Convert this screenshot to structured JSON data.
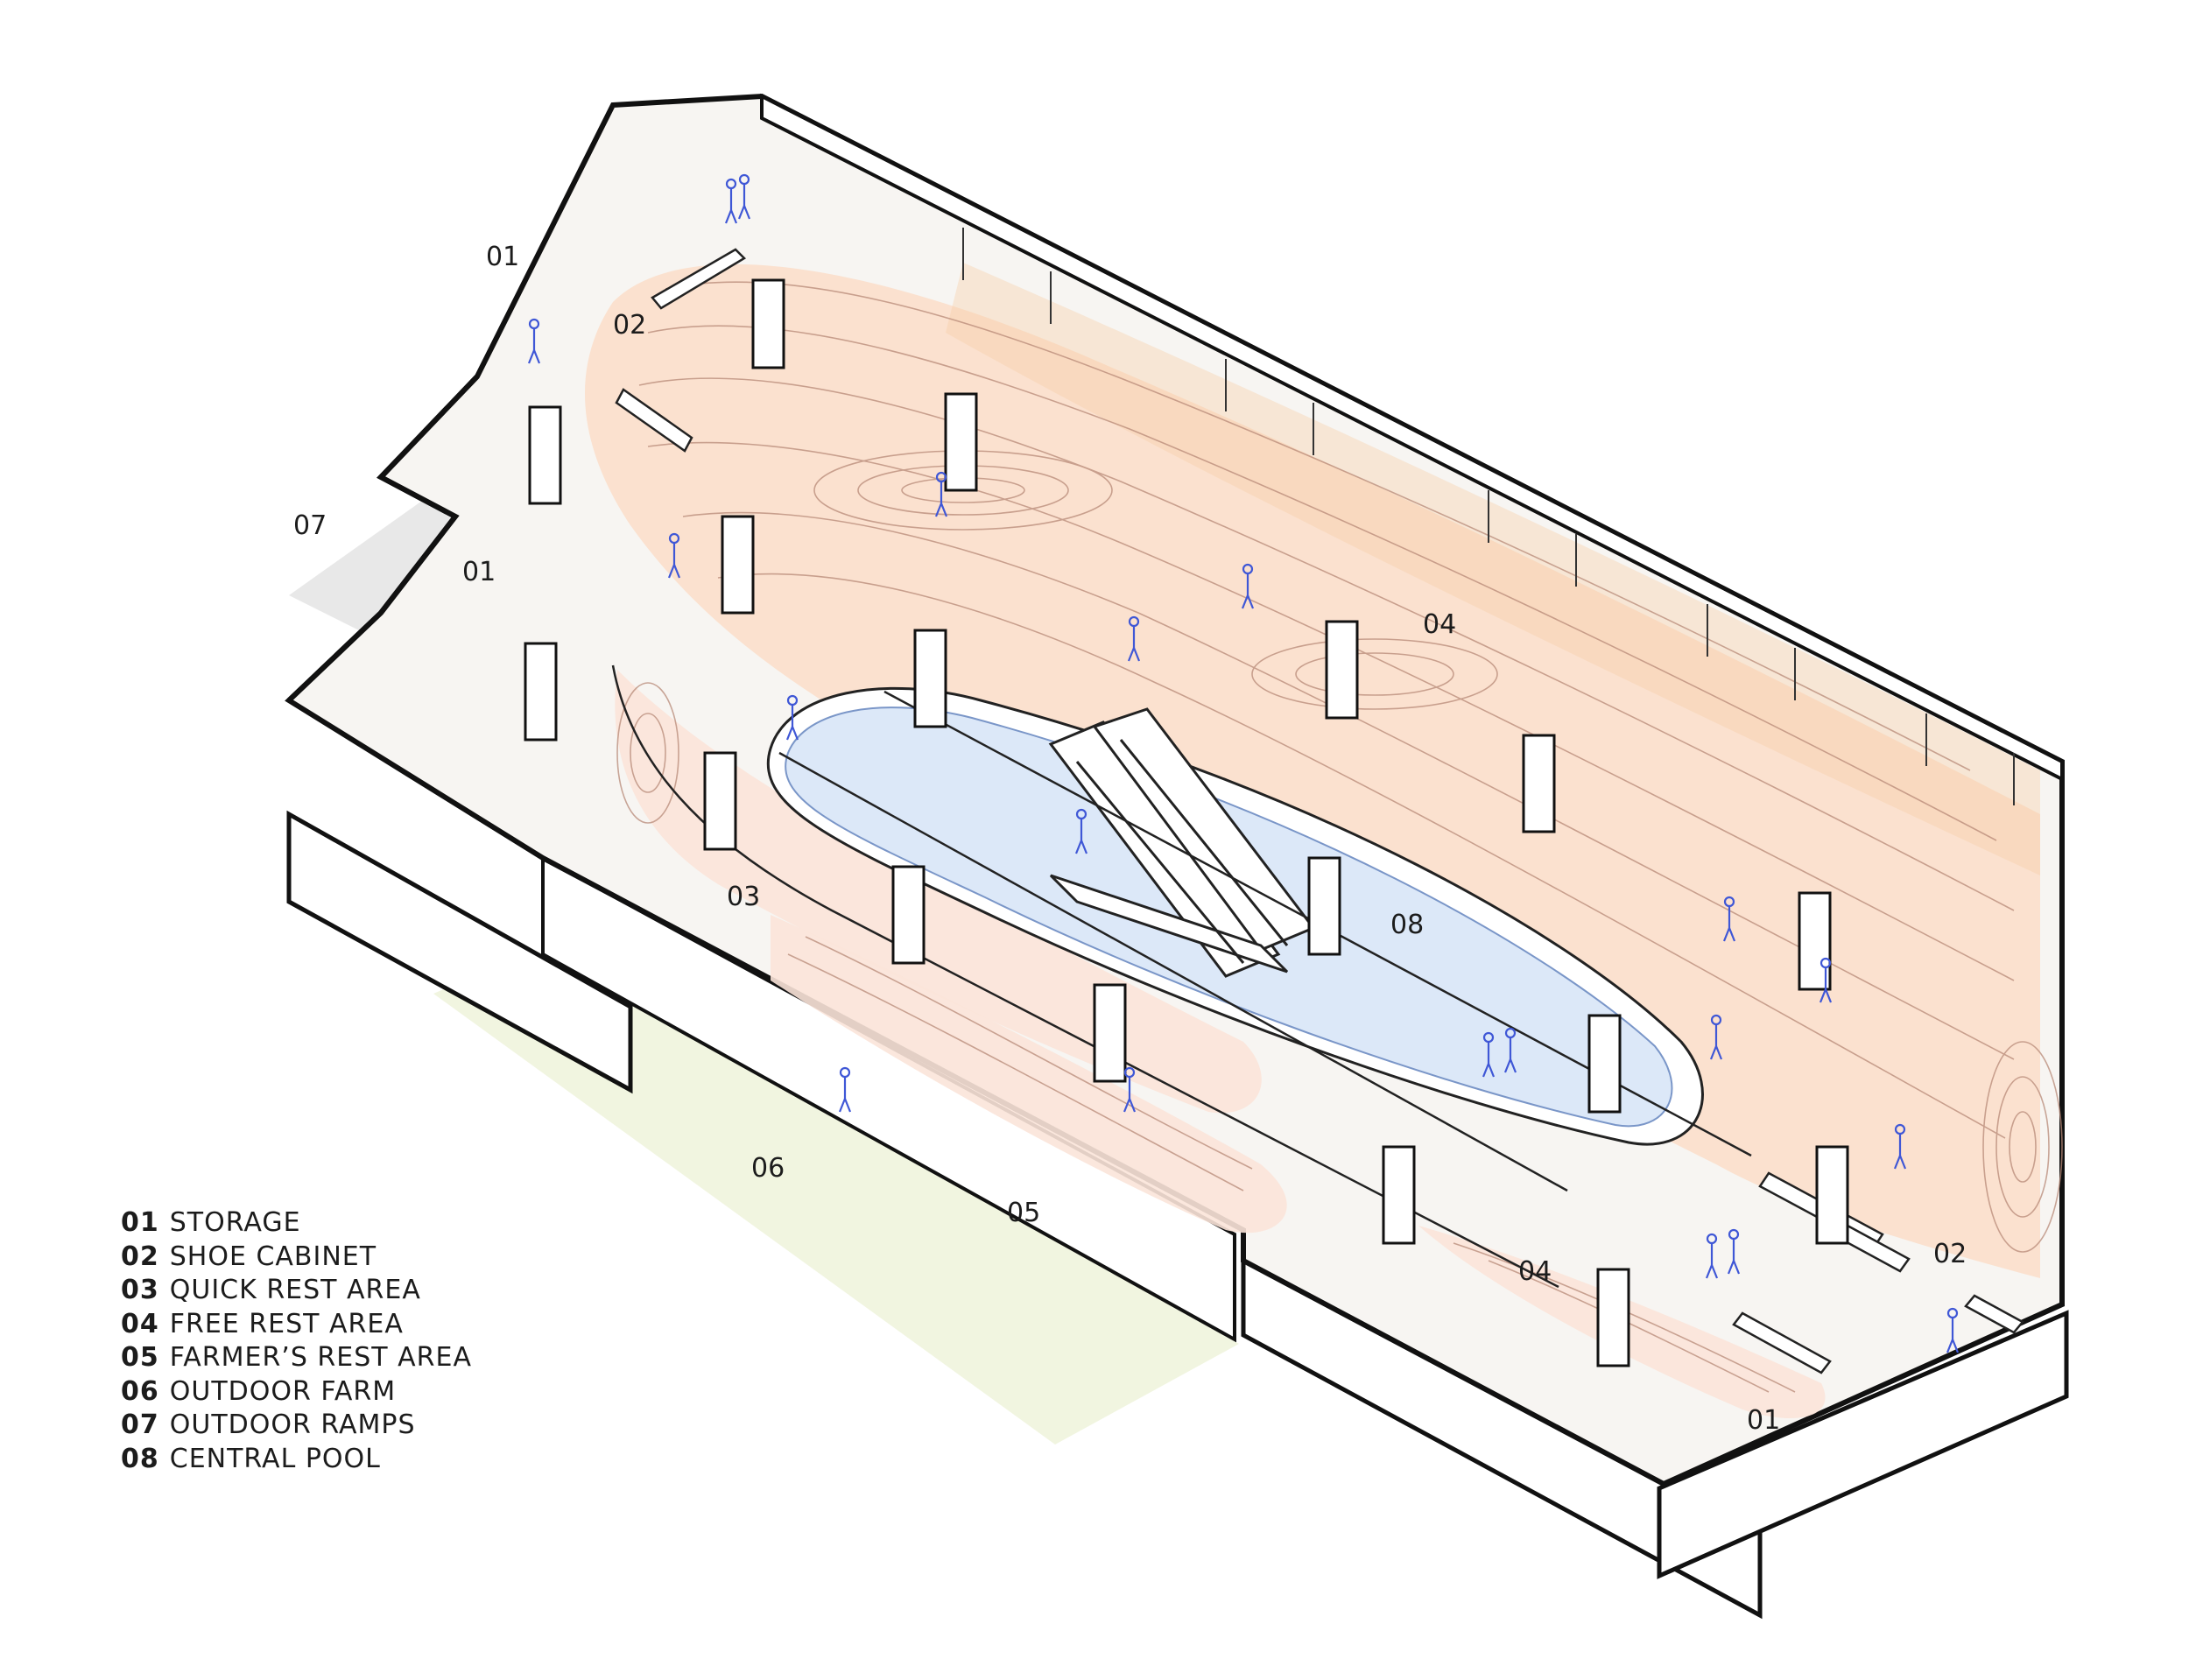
{
  "colors": {
    "outline": "#111111",
    "floor": "#f7f5f2",
    "rest_floor": "#fbe4d9",
    "rest_floor_warm": "#fbdcc6",
    "pool_water": "#dce8f8",
    "contour_line": "#b88a78",
    "people": "#3f57d6",
    "farm_ground": "#eef3da",
    "ramp_shadow": "#e6e6e6"
  },
  "zone_labels": [
    {
      "code": "01"
    },
    {
      "code": "01"
    },
    {
      "code": "01"
    },
    {
      "code": "02"
    },
    {
      "code": "02"
    },
    {
      "code": "03"
    },
    {
      "code": "04"
    },
    {
      "code": "04"
    },
    {
      "code": "05"
    },
    {
      "code": "06"
    },
    {
      "code": "07"
    },
    {
      "code": "08"
    }
  ],
  "legend": [
    {
      "code": "01",
      "label": "STORAGE"
    },
    {
      "code": "02",
      "label": "SHOE CABINET"
    },
    {
      "code": "03",
      "label": "QUICK REST AREA"
    },
    {
      "code": "04",
      "label": "FREE REST AREA"
    },
    {
      "code": "05",
      "label": "FARMER’S REST AREA"
    },
    {
      "code": "06",
      "label": "OUTDOOR FARM"
    },
    {
      "code": "07",
      "label": "OUTDOOR RAMPS"
    },
    {
      "code": "08",
      "label": "CENTRAL POOL"
    }
  ]
}
